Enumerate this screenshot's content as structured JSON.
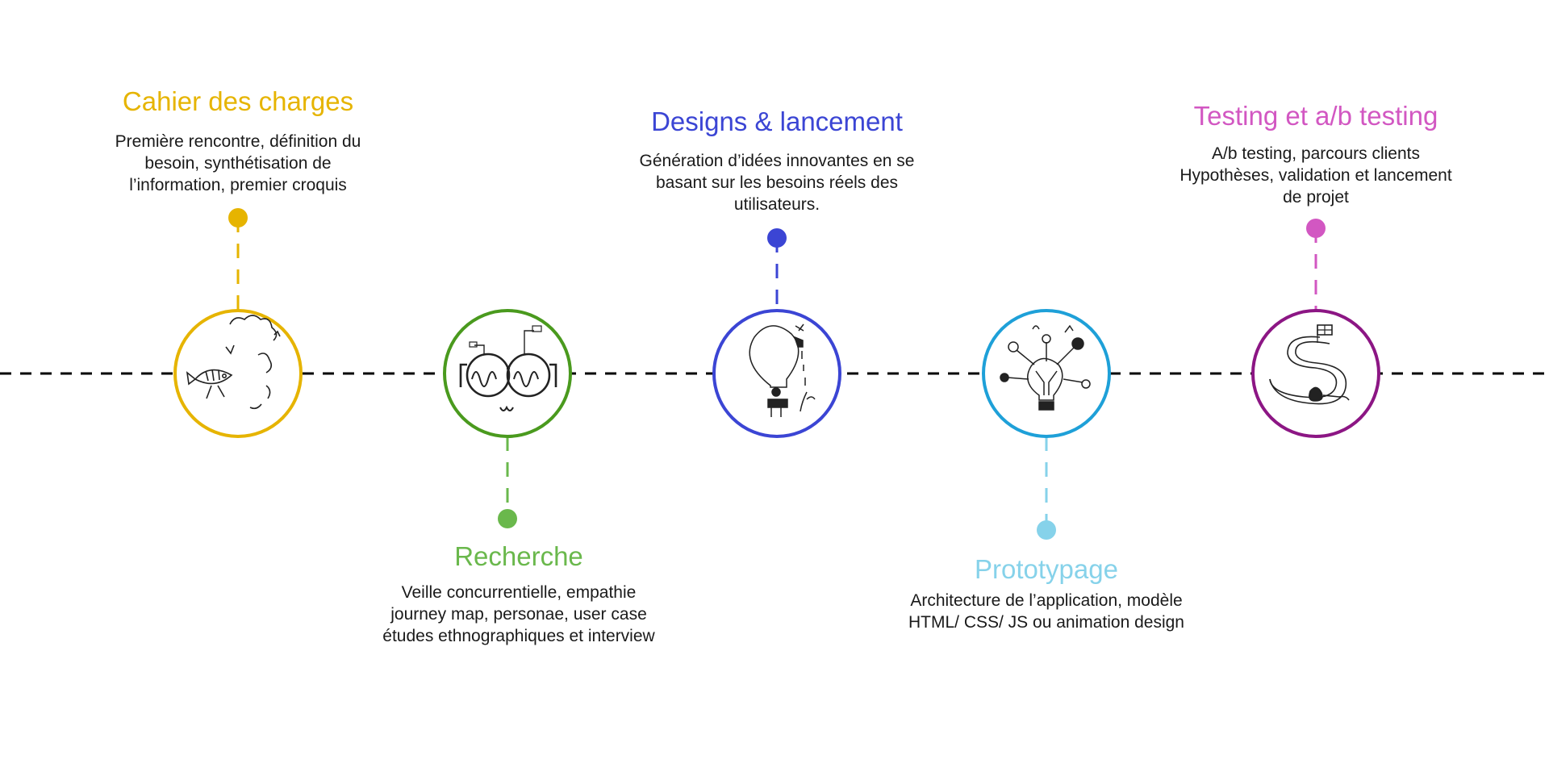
{
  "timeline": {
    "line_color": "#000000",
    "steps": [
      {
        "title": "Cahier des charges",
        "color": "#e6b400",
        "icon": "fish-walking-sketch-icon",
        "label_side": "top",
        "description": [
          "Première rencontre, définition du",
          "besoin, synthétisation de",
          "l’information, premier croquis"
        ]
      },
      {
        "title": "Recherche",
        "color": "#6ab84c",
        "ring_color": "#4a9a1e",
        "icon": "glasses-sketch-icon",
        "label_side": "bottom",
        "description": [
          "Veille concurrentielle, empathie",
          "journey map, personae, user case",
          "études ethnographiques et interview"
        ]
      },
      {
        "title": "Designs & lancement",
        "color": "#3b45d4",
        "icon": "lightbulb-watering-sketch-icon",
        "label_side": "top",
        "description": [
          "Génération d’idées innovantes en se",
          "basant sur les besoins réels des",
          "utilisateurs."
        ]
      },
      {
        "title": "Prototypage",
        "color": "#86d2ea",
        "ring_color": "#1ea0d8",
        "icon": "lightbulb-network-sketch-icon",
        "label_side": "bottom",
        "description": [
          "Architecture de l’application, modèle",
          "HTML/ CSS/  JS ou animation design"
        ]
      },
      {
        "title": "Testing et a/b testing",
        "color": "#d257c2",
        "ring_color": "#8c1684",
        "icon": "winding-road-flag-sketch-icon",
        "label_side": "top",
        "description": [
          "A/b testing, parcours clients",
          "Hypothèses, validation et lancement",
          "de projet"
        ]
      }
    ]
  }
}
